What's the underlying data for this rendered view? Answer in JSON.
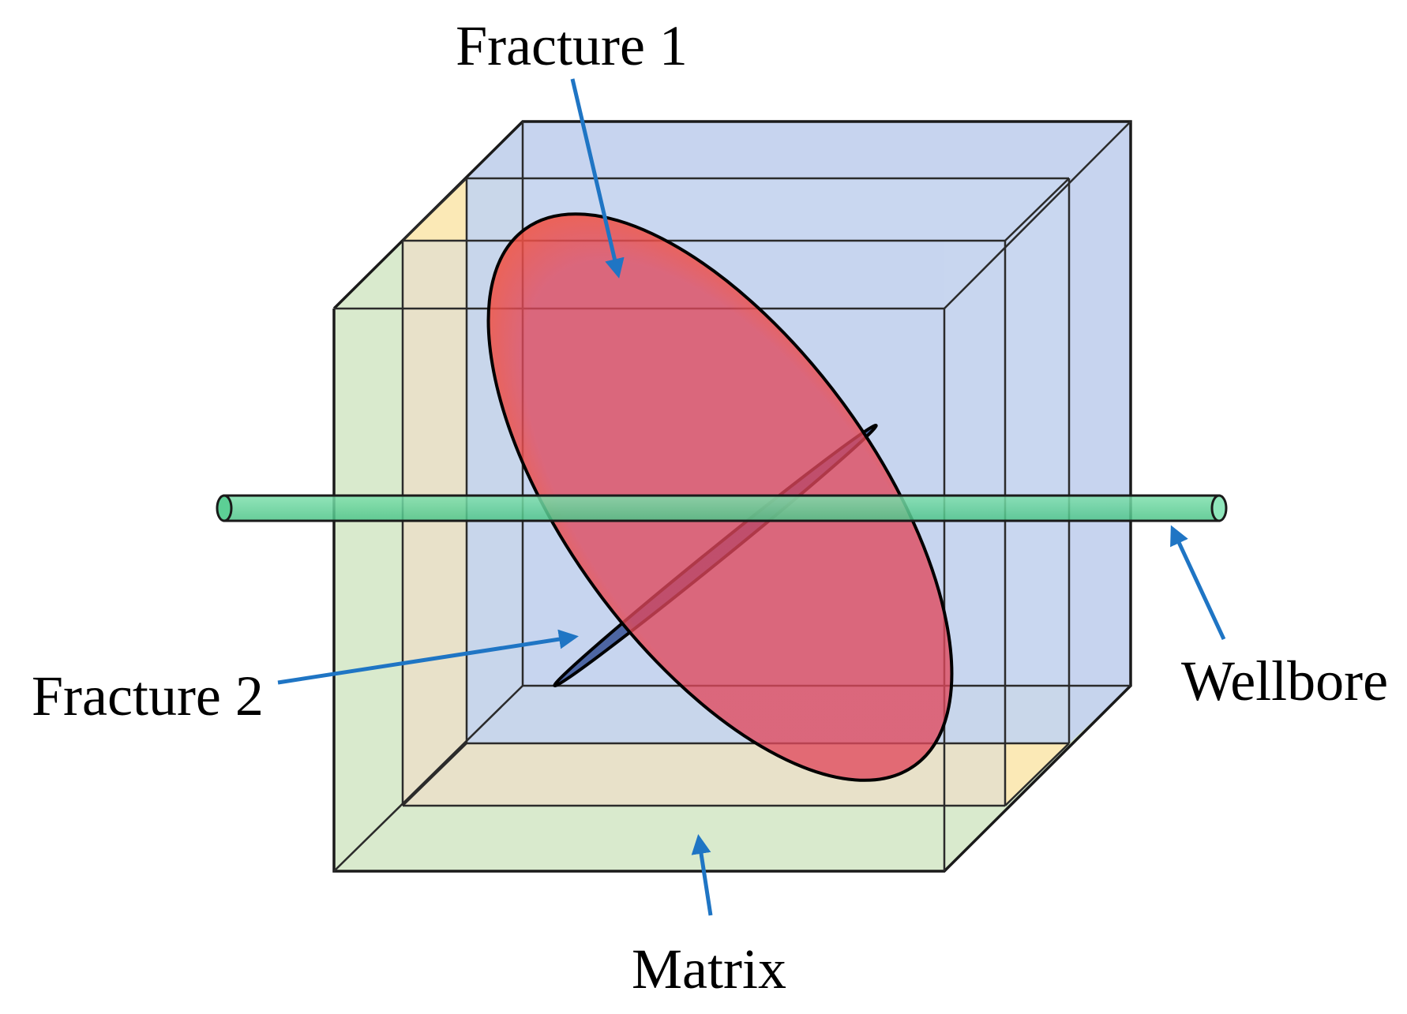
{
  "labels": {
    "fracture1": "Fracture 1",
    "fracture2": "Fracture 2",
    "wellbore": "Wellbore",
    "matrix": "Matrix"
  },
  "colors": {
    "matrix_outer": "#d5e8c8",
    "matrix_middle": "#fde9b4",
    "matrix_inner": "#c5d3ee",
    "fracture1": "#e0485c",
    "fracture1_edge": "#ff6a3c",
    "fracture2": "#3f5a9a",
    "wellbore": "#5ccf95",
    "arrow": "#1f75c4"
  }
}
